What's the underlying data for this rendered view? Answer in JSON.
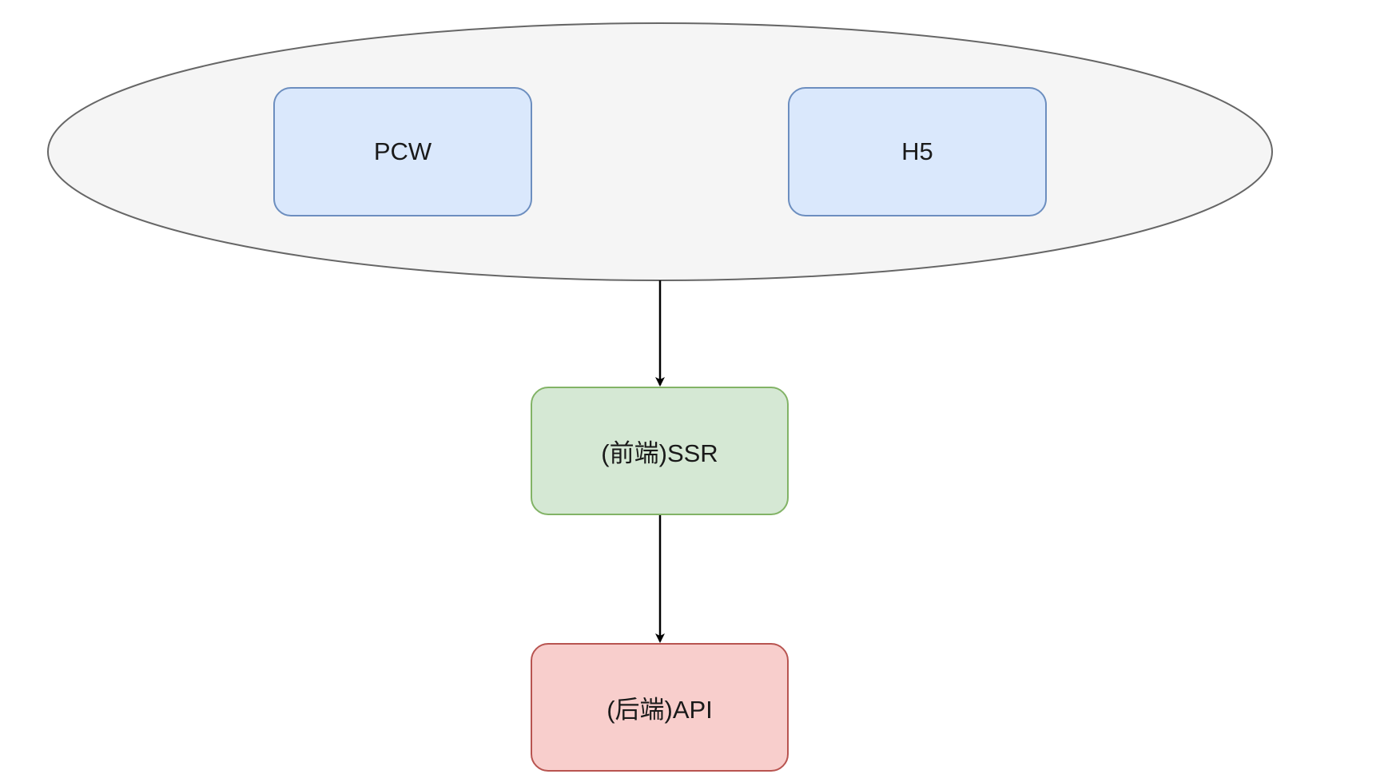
{
  "nodes": {
    "pcw": {
      "label": "PCW",
      "fill": "#dae8fc",
      "stroke": "#6c8ebf"
    },
    "h5": {
      "label": "H5",
      "fill": "#dae8fc",
      "stroke": "#6c8ebf"
    },
    "ssr": {
      "label": "(前端)SSR",
      "fill": "#d5e8d4",
      "stroke": "#82b366"
    },
    "api": {
      "label": "(后端)API",
      "fill": "#f8cecc",
      "stroke": "#b85450"
    }
  },
  "client_group": {
    "fill": "#f5f5f5",
    "stroke": "#666666"
  },
  "edges": [
    {
      "from": "client_group",
      "to": "ssr"
    },
    {
      "from": "ssr",
      "to": "api"
    }
  ],
  "colors": {
    "edge": "#000000"
  }
}
